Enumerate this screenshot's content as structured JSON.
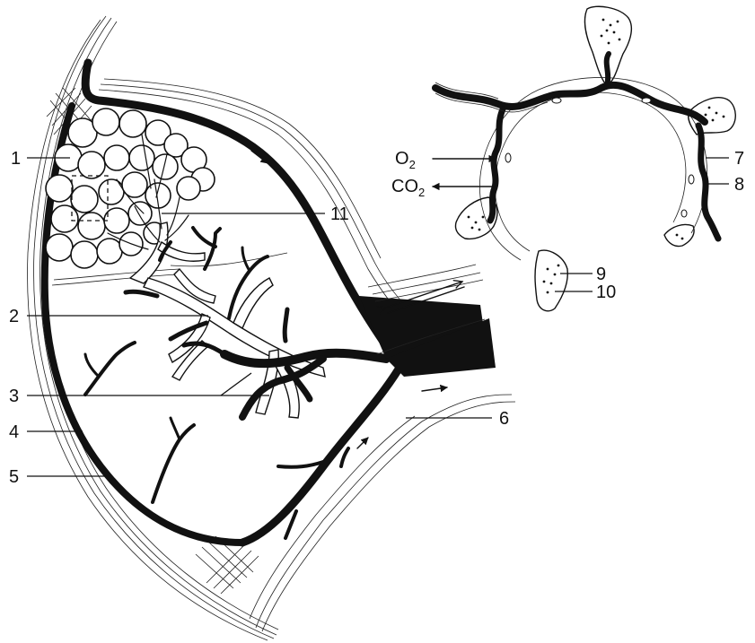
{
  "labels": {
    "l1": "1",
    "l2": "2",
    "l3": "3",
    "l4": "4",
    "l5": "5",
    "l6": "6",
    "l7": "7",
    "l8": "8",
    "l9": "9",
    "l10": "10",
    "l11": "11"
  },
  "gases": {
    "o2_main": "O",
    "o2_sub": "2",
    "co2_main": "CO",
    "co2_sub": "2"
  }
}
